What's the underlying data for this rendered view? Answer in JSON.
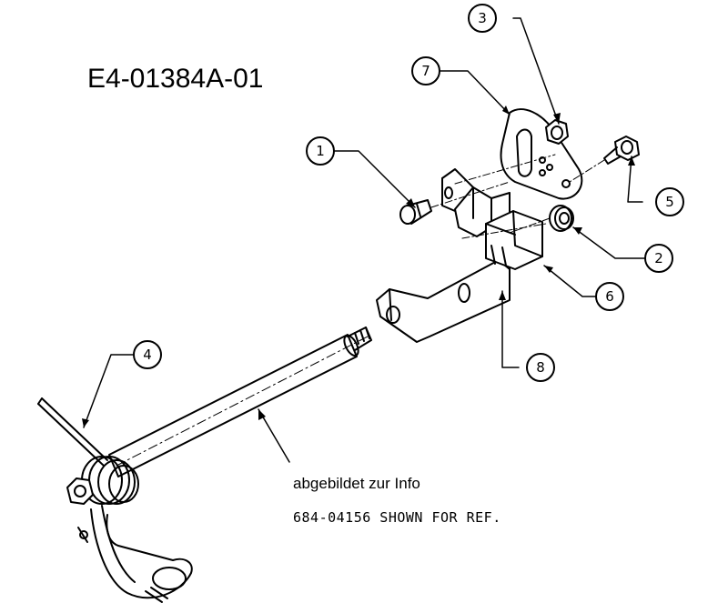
{
  "diagram": {
    "part_number": "E4-01384A-01",
    "note_de": "abgebildet zur Info",
    "note_en": "684-04156 SHOWN FOR REF.",
    "callouts": [
      {
        "id": "c1",
        "label": "1"
      },
      {
        "id": "c2",
        "label": "2"
      },
      {
        "id": "c3",
        "label": "3"
      },
      {
        "id": "c4",
        "label": "4"
      },
      {
        "id": "c5",
        "label": "5"
      },
      {
        "id": "c6",
        "label": "6"
      },
      {
        "id": "c7",
        "label": "7"
      },
      {
        "id": "c8",
        "label": "8"
      }
    ]
  }
}
